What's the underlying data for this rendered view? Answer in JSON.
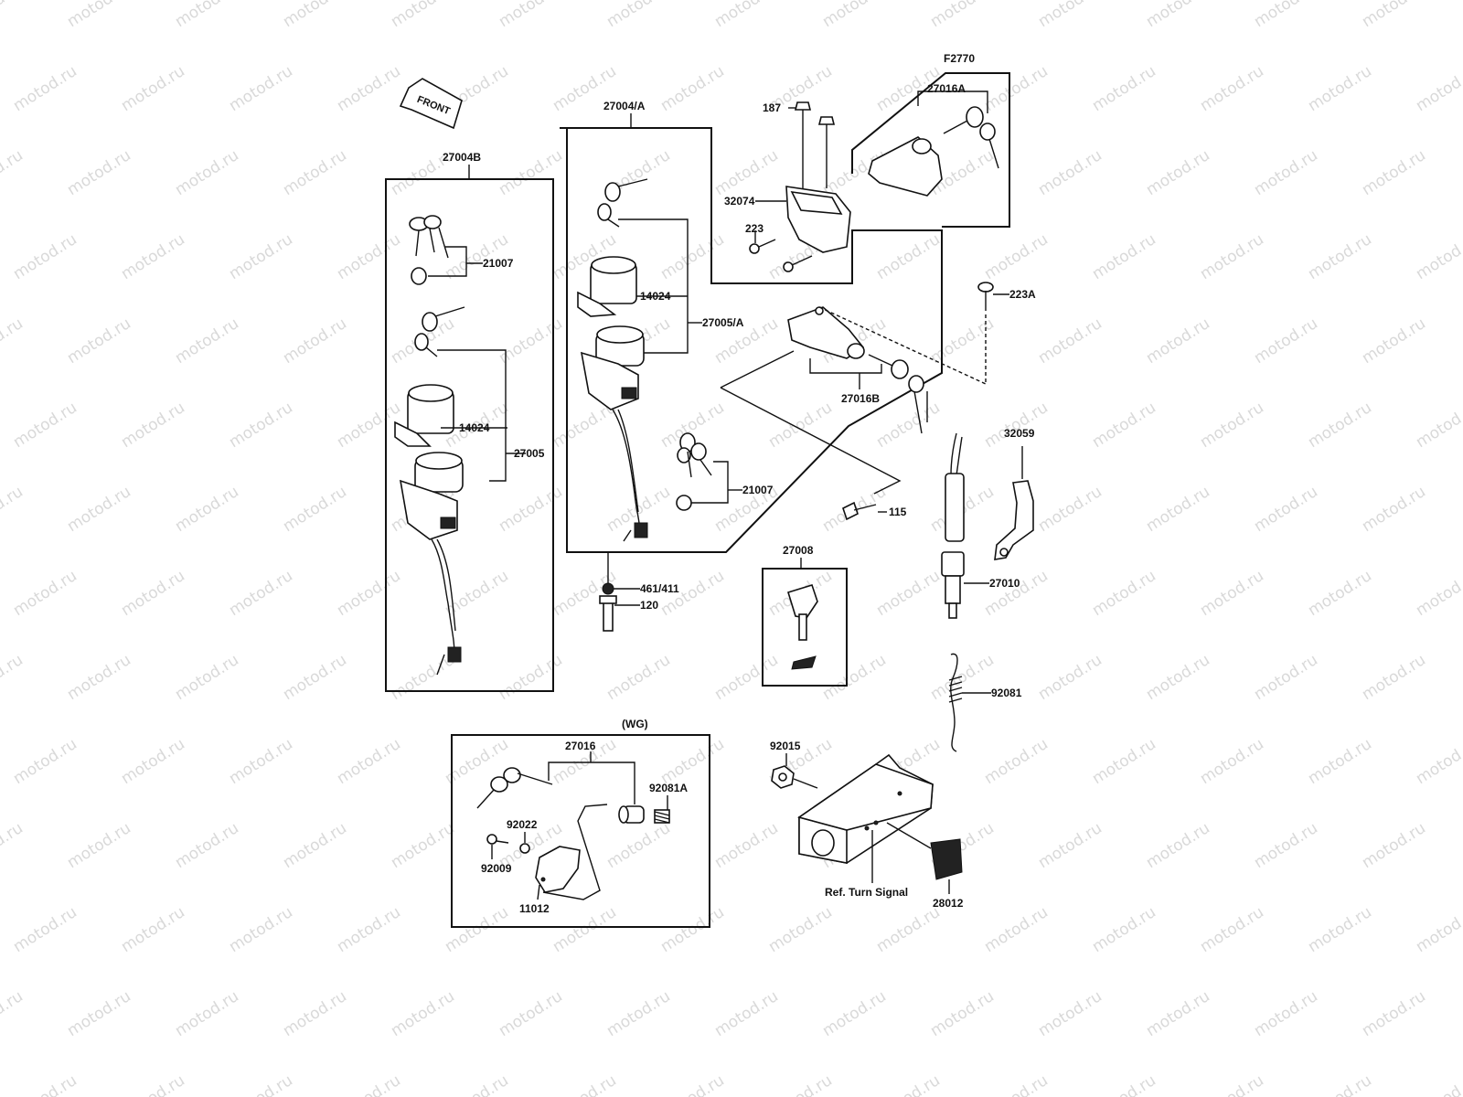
{
  "watermark": "motod.ru",
  "figure_code": "F2770",
  "front_arrow": "FRONT",
  "wg_note": "(WG)",
  "labels": {
    "p27004b": "27004B",
    "p27004a": "27004/A",
    "p21007_left": "21007",
    "p14024_left": "14024",
    "p27005": "27005",
    "p14024_mid": "14024",
    "p27005a": "27005/A",
    "p21007_mid": "21007",
    "p461": "461/411",
    "p120": "120",
    "p187": "187",
    "p32074": "32074",
    "p223": "223",
    "p27016a": "27016A",
    "p223a": "223A",
    "p27016b": "27016B",
    "p115": "115",
    "p32059": "32059",
    "p27008": "27008",
    "p27010": "27010",
    "p92081": "92081",
    "p92015": "92015",
    "p27016": "27016",
    "p92081a": "92081A",
    "p92022": "92022",
    "p92009": "92009",
    "p11012": "11012",
    "p28012": "28012",
    "ref_turn_signal": "Ref. Turn Signal"
  }
}
